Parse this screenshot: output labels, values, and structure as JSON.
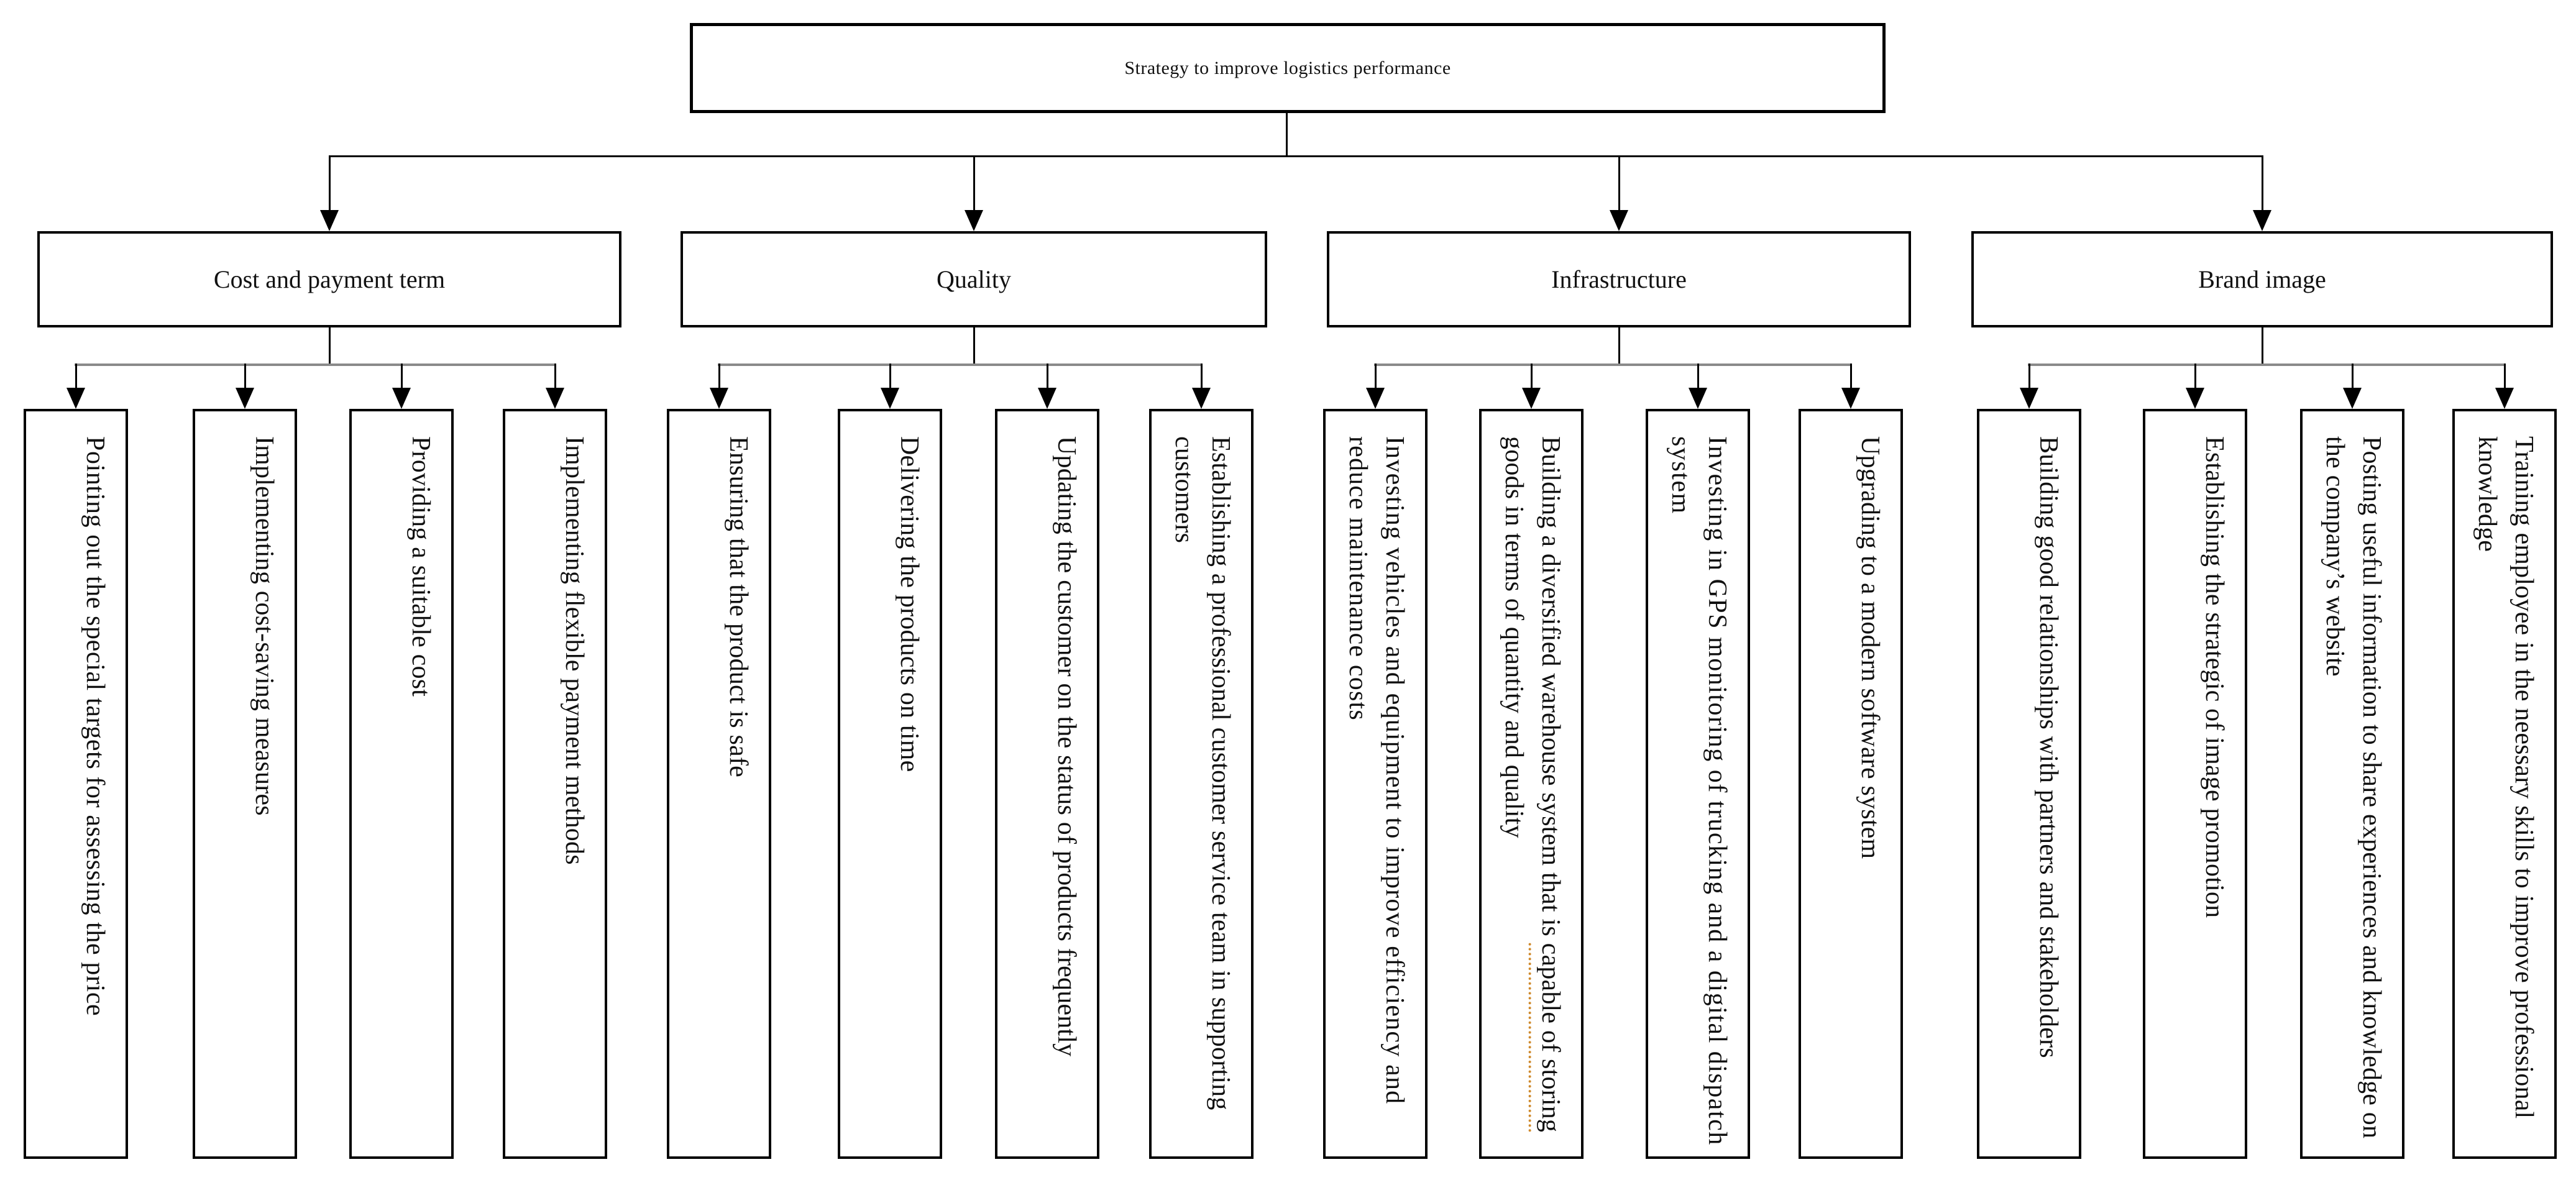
{
  "title": "Strategy to improve logistics performance",
  "branches": [
    {
      "label": "Cost and payment term",
      "leaves": [
        "Pointing out the special targets for assessing the price",
        "Implementing cost-saving measures",
        "Providing a suitable cost",
        "Implementing flexible payment methods"
      ]
    },
    {
      "label": "Quality",
      "leaves": [
        "Ensuring that the product is safe",
        "Delivering the products on time",
        "Updating the customer on the status of products frequently",
        "Establishing a professional customer service team in supporting customers"
      ]
    },
    {
      "label": "Infrastructure",
      "leaves": [
        "Investing vehicles and equipment to improve efficiency and reduce maintenance costs",
        "Building a diversified warehouse system that is capable of storing goods in terms of quantity and quality",
        "Investing in GPS monitoring of trucking and a digital dispatch system",
        "Upgrading to a modern software system"
      ]
    },
    {
      "label": "Brand image",
      "leaves": [
        "Building good relationships with partners and stakeholders",
        "Establishing the strategic of image promotion",
        "Posting useful information to share experiences and knowledge on the company’s website",
        "Training employee in the neessary skills to improve professional knowledge"
      ]
    }
  ],
  "annotations": {
    "spellcheck": {
      "target": "branches.2.leaves.1",
      "phrase": "capable of storing",
      "color": "#cf8a2d"
    }
  },
  "colors": {
    "line": "#000000",
    "rake_line": "#8a8a8a",
    "box_border": "#000000",
    "background": "#ffffff",
    "text": "#111111"
  }
}
